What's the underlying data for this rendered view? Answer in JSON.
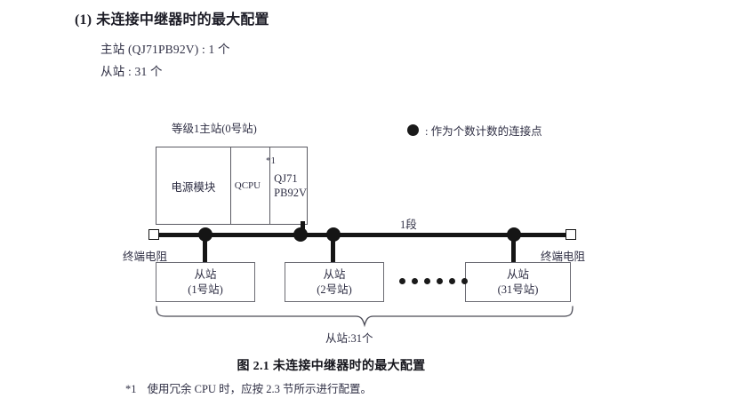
{
  "heading": {
    "number": "(1)",
    "text": "未连接中继器时的最大配置"
  },
  "specs": {
    "master": "主站 (QJ71PB92V) : 1 个",
    "slave": "从站 : 31 个"
  },
  "legend": {
    "icon": "filled-circle-icon",
    "text": ": 作为个数计数的连接点"
  },
  "diagram": {
    "rack_label": "等级1主站(0号站)",
    "rack_cells": [
      {
        "name": "power-module",
        "label": "电源模块"
      },
      {
        "name": "qcpu-module",
        "label": "QCPU"
      },
      {
        "name": "qj71-module",
        "line1": "QJ71",
        "line2": "PB92V"
      }
    ],
    "rack_footnote_mark": "*1",
    "segment_label": "1段",
    "terminator_left": "终端电阻",
    "terminator_right": "终端电阻",
    "slaves": [
      {
        "name": "slave-station-1",
        "line1": "从站",
        "line2": "(1号站)"
      },
      {
        "name": "slave-station-2",
        "line1": "从站",
        "line2": "(2号站)"
      },
      {
        "name": "slave-station-31",
        "line1": "从站",
        "line2": "(31号站)"
      }
    ],
    "ellipsis_dot_count": 6,
    "brace_label": "从站:31个"
  },
  "caption": "图 2.1  未连接中继器时的最大配置",
  "footnote": {
    "mark": "*1",
    "text": "使用冗余 CPU 时，应按 2.3 节所示进行配置。"
  },
  "colors": {
    "text": "#2f2f44",
    "heading": "#1c1c26",
    "bus": "#151515",
    "box_border": "#5a5a62"
  }
}
